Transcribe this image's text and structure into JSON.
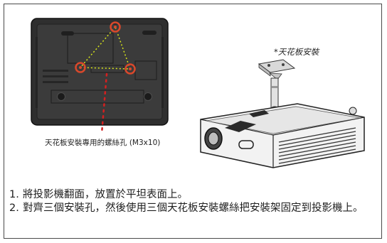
{
  "illustration": {
    "left_caption": "天花板安裝專用的螺絲孔 (M3x10)",
    "right_caption": "*天花板安裝",
    "icons": [
      "projector-bottom-view",
      "screw-hole-marker",
      "ceiling-mount-bracket",
      "projector-3d-view"
    ],
    "colors": {
      "screw_marker": "#d9482b",
      "guide_triangle": "#d8e61a",
      "dotted_pointer": "#d42020",
      "projector_body": "#3a3a3a"
    }
  },
  "steps": [
    {
      "number": "1.",
      "text": "將投影機翻面，放置於平坦表面上。"
    },
    {
      "number": "2.",
      "text": "對齊三個安裝孔，然後使用三個天花板安裝螺絲把安裝架固定到投影機上。"
    }
  ]
}
